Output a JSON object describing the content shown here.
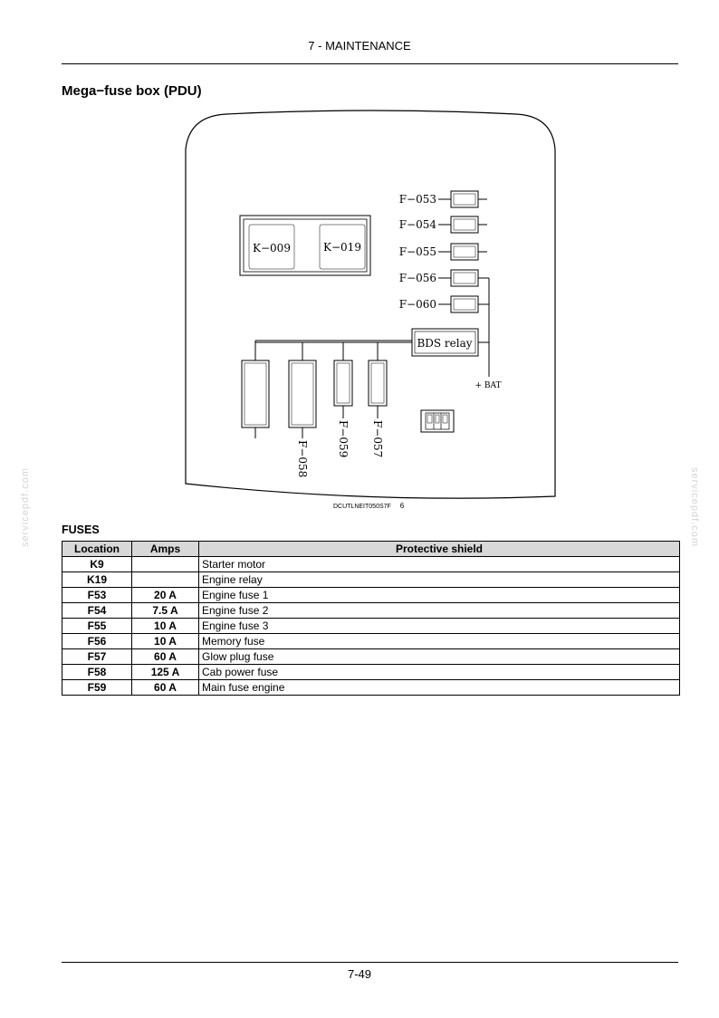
{
  "header": {
    "title": "7 - MAINTENANCE"
  },
  "section": {
    "title": "Mega−fuse box (PDU)"
  },
  "diagram": {
    "relays": [
      "K−009",
      "K−019"
    ],
    "fuses_right": [
      "F−053",
      "F−054",
      "F−055",
      "F−056",
      "F−060"
    ],
    "bds_relay": "BDS relay",
    "bat": "+ BAT",
    "fuses_bottom": [
      "F−058",
      "F−059",
      "F−057"
    ]
  },
  "figure": {
    "code": "DCUTLNEIT050S7F",
    "number": "6"
  },
  "table": {
    "title": "FUSES",
    "headers": {
      "location": "Location",
      "amps": "Amps",
      "shield": "Protective shield"
    },
    "rows": [
      {
        "location": "K9",
        "amps": "",
        "shield": "Starter motor"
      },
      {
        "location": "K19",
        "amps": "",
        "shield": "Engine relay"
      },
      {
        "location": "F53",
        "amps": "20 A",
        "shield": "Engine fuse 1"
      },
      {
        "location": "F54",
        "amps": "7.5 A",
        "shield": "Engine fuse 2"
      },
      {
        "location": "F55",
        "amps": "10 A",
        "shield": "Engine fuse 3"
      },
      {
        "location": "F56",
        "amps": "10 A",
        "shield": "Memory fuse"
      },
      {
        "location": "F57",
        "amps": "60 A",
        "shield": "Glow plug fuse"
      },
      {
        "location": "F58",
        "amps": "125 A",
        "shield": "Cab power fuse"
      },
      {
        "location": "F59",
        "amps": "60 A",
        "shield": "Main fuse engine"
      }
    ]
  },
  "watermark": {
    "text": "servicepdf.com"
  },
  "footer": {
    "page": "7-49"
  }
}
